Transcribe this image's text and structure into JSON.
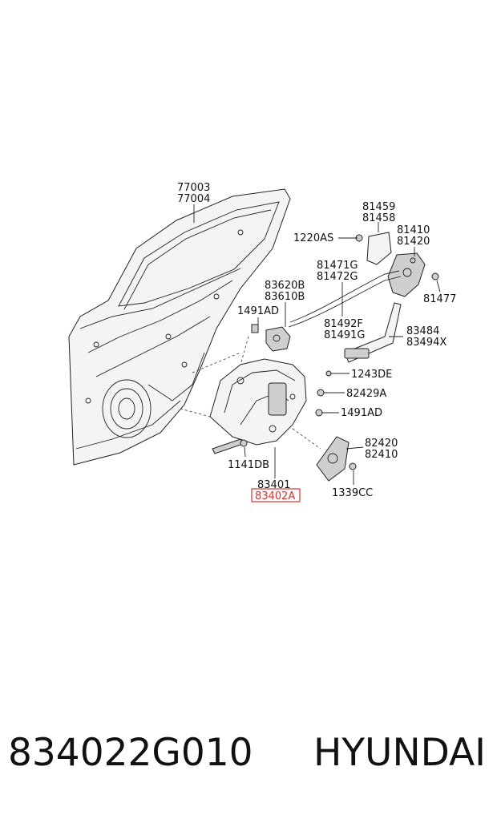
{
  "labels": {
    "l77003": "77003",
    "l77004": "77004",
    "l81459": "81459",
    "l81458": "81458",
    "l81410": "81410",
    "l81420": "81420",
    "l1220AS": "1220AS",
    "l81471G": "81471G",
    "l81472G": "81472G",
    "l81477": "81477",
    "l83620B": "83620B",
    "l83610B": "83610B",
    "l1491AD_a": "1491AD",
    "l81492F": "81492F",
    "l81491G": "81491G",
    "l83484": "83484",
    "l83494X": "83494X",
    "l1243DE": "1243DE",
    "l82429A": "82429A",
    "l1491AD_b": "1491AD",
    "l82420": "82420",
    "l82410": "82410",
    "l1141DB": "1141DB",
    "l83401": "83401",
    "l83402A": "83402A",
    "l1339CC": "1339CC"
  },
  "highlight_color": "#e03030",
  "footer": {
    "part_number": "834022G010",
    "brand": "HYUNDAI"
  }
}
